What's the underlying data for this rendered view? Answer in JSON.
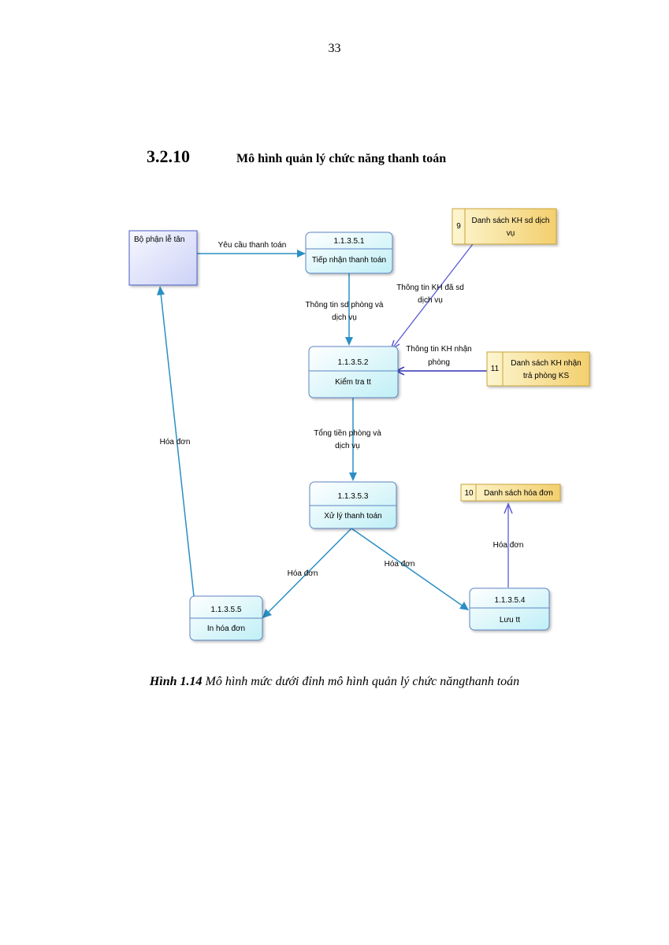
{
  "page_number": "33",
  "section": {
    "number": "3.2.10",
    "title": "Mô hình quản lý chức năng thanh toán"
  },
  "diagram": {
    "entity": {
      "label": "Bộ phận lễ tân"
    },
    "processes": [
      {
        "id": "1.1.3.5.1",
        "name": "Tiếp nhận thanh toán"
      },
      {
        "id": "1.1.3.5.2",
        "name": "Kiểm tra tt"
      },
      {
        "id": "1.1.3.5.3",
        "name": "Xử lý thanh toán"
      },
      {
        "id": "1.1.3.5.4",
        "name": "Lưu tt"
      },
      {
        "id": "1.1.3.5.5",
        "name": "In hóa đơn"
      }
    ],
    "stores": [
      {
        "num": "9",
        "name": [
          "Danh sách KH sd dịch",
          "vụ"
        ]
      },
      {
        "num": "11",
        "name": [
          "Danh sách KH nhận",
          "trả phòng KS"
        ]
      },
      {
        "num": "10",
        "name": [
          "Danh sách hóa đơn"
        ]
      }
    ],
    "flows": {
      "request": [
        "Yêu cầu thanh toán"
      ],
      "room_service_info": [
        "Thông tin sd phòng và",
        "dịch vụ"
      ],
      "used_service_info": [
        "Thông tin KH đã sd",
        "dịch vụ"
      ],
      "checkin_info": [
        "Thông tin KH nhận",
        "phòng"
      ],
      "total": [
        "Tổng tiền phòng và",
        "dịch vụ"
      ],
      "invoice_to_print": [
        "Hóa đơn"
      ],
      "invoice_to_save": [
        "Hóa đơn"
      ],
      "invoice_to_store": [
        "Hóa đơn"
      ],
      "invoice_to_entity": [
        "Hóa đơn"
      ]
    },
    "colors": {
      "entity_fill": "#e0e4fb",
      "process_fill": "#dcfbfc",
      "store_fill": "#fde89a",
      "flow_line": "#2b8fc4",
      "store_line": "#5a5ad8"
    }
  },
  "caption": {
    "label": "Hình 1.14",
    "text": " Mô hình mức dưới đỉnh mô hình quản lý chức năngthanh toán"
  }
}
